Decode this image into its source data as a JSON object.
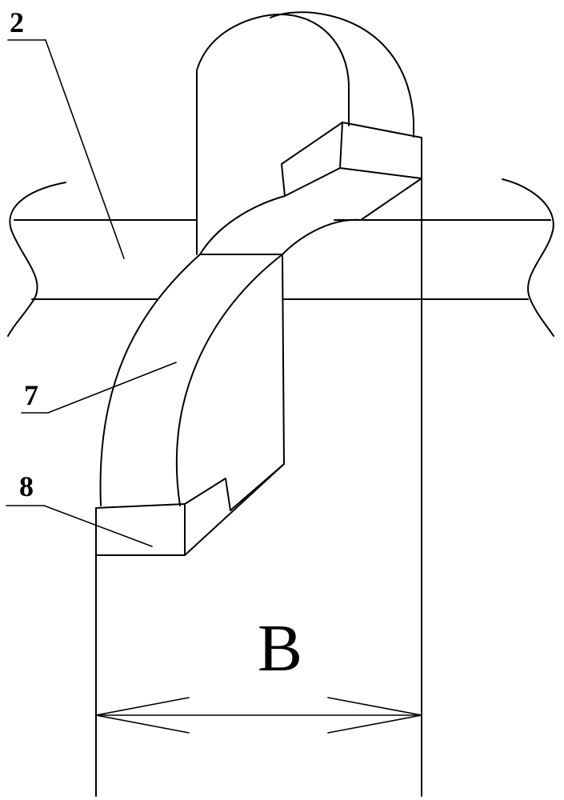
{
  "labels": {
    "part_2": "2",
    "part_7": "7",
    "part_8": "8",
    "dimension": "B"
  }
}
